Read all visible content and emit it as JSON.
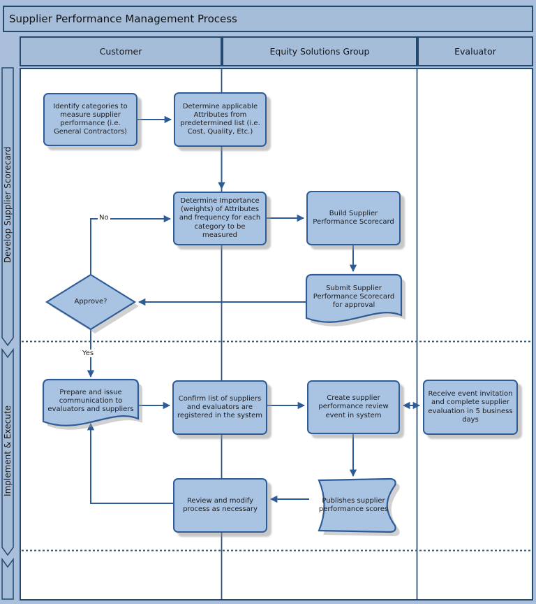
{
  "title": "Supplier Performance Management Process",
  "lanes": [
    {
      "label": "Customer"
    },
    {
      "label": "Equity Solutions Group"
    },
    {
      "label": "Evaluator"
    }
  ],
  "phases": [
    {
      "label": "Develop Supplier Scorecard"
    },
    {
      "label": "Implement & Execute"
    },
    {
      "label": ""
    }
  ],
  "nodes": {
    "identify": {
      "type": "process",
      "lane": "Customer",
      "phase": "Develop Supplier Scorecard",
      "text": "Identify categories to measure supplier performance (i.e. General Contractors)"
    },
    "determine_attributes": {
      "type": "process",
      "lane": "Equity Solutions Group",
      "phase": "Develop Supplier Scorecard",
      "text": "Determine applicable Attributes from predetermined list (i.e. Cost, Quality, Etc.)"
    },
    "determine_importance": {
      "type": "process",
      "lane": "Equity Solutions Group",
      "phase": "Develop Supplier Scorecard",
      "text": "Determine Importance (weights) of Attributes and frequency for each category to be measured"
    },
    "build_scorecard": {
      "type": "process",
      "lane": "Equity Solutions Group",
      "phase": "Develop Supplier Scorecard",
      "text": "Build Supplier Performance Scorecard"
    },
    "submit_scorecard": {
      "type": "document",
      "lane": "Equity Solutions Group",
      "phase": "Develop Supplier Scorecard",
      "text": "Submit Supplier Performance Scorecard for approval"
    },
    "approve": {
      "type": "decision",
      "lane": "Customer",
      "phase": "Develop Supplier Scorecard",
      "text": "Approve?"
    },
    "prepare_communication": {
      "type": "document",
      "lane": "Customer",
      "phase": "Implement & Execute",
      "text": "Prepare and issue communication to evaluators and suppliers"
    },
    "confirm_list": {
      "type": "process",
      "lane": "Equity Solutions Group",
      "phase": "Implement & Execute",
      "text": "Confirm list of suppliers and evaluators are registered in the system"
    },
    "create_event": {
      "type": "process",
      "lane": "Equity Solutions Group",
      "phase": "Implement & Execute",
      "text": "Create supplier performance review event in system"
    },
    "receive_invitation": {
      "type": "process",
      "lane": "Evaluator",
      "phase": "Implement & Execute",
      "text": "Receive event invitation and complete supplier evaluation in 5 business days"
    },
    "publishes_scores": {
      "type": "data",
      "lane": "Equity Solutions Group",
      "phase": "Implement & Execute",
      "text": "Publishes supplier performance scores"
    },
    "review_modify": {
      "type": "process",
      "lane": "Equity Solutions Group",
      "phase": "Implement & Execute",
      "text": "Review and modify process as necessary"
    }
  },
  "edge_labels": {
    "no": "No",
    "yes": "Yes"
  },
  "edges": [
    {
      "from": "identify",
      "to": "determine_attributes",
      "label": ""
    },
    {
      "from": "determine_attributes",
      "to": "determine_importance",
      "label": ""
    },
    {
      "from": "determine_importance",
      "to": "build_scorecard",
      "label": ""
    },
    {
      "from": "build_scorecard",
      "to": "submit_scorecard",
      "label": ""
    },
    {
      "from": "submit_scorecard",
      "to": "approve",
      "label": ""
    },
    {
      "from": "approve",
      "to": "determine_importance",
      "label": "No"
    },
    {
      "from": "approve",
      "to": "prepare_communication",
      "label": "Yes"
    },
    {
      "from": "prepare_communication",
      "to": "confirm_list",
      "label": ""
    },
    {
      "from": "confirm_list",
      "to": "create_event",
      "label": ""
    },
    {
      "from": "create_event",
      "to": "receive_invitation",
      "label": "",
      "bidirectional": true
    },
    {
      "from": "create_event",
      "to": "publishes_scores",
      "label": ""
    },
    {
      "from": "publishes_scores",
      "to": "review_modify",
      "label": ""
    },
    {
      "from": "review_modify",
      "to": "prepare_communication",
      "label": ""
    }
  ],
  "colors": {
    "outer_background": "#a9bfdb",
    "chrome_fill": "#a6bdd9",
    "frame_border": "#24496e",
    "shape_fill": "#a9c3e3",
    "shape_border": "#2e5c96",
    "connector": "#2e5c96",
    "shadow": "#919191",
    "text": "#1c1c1c"
  }
}
